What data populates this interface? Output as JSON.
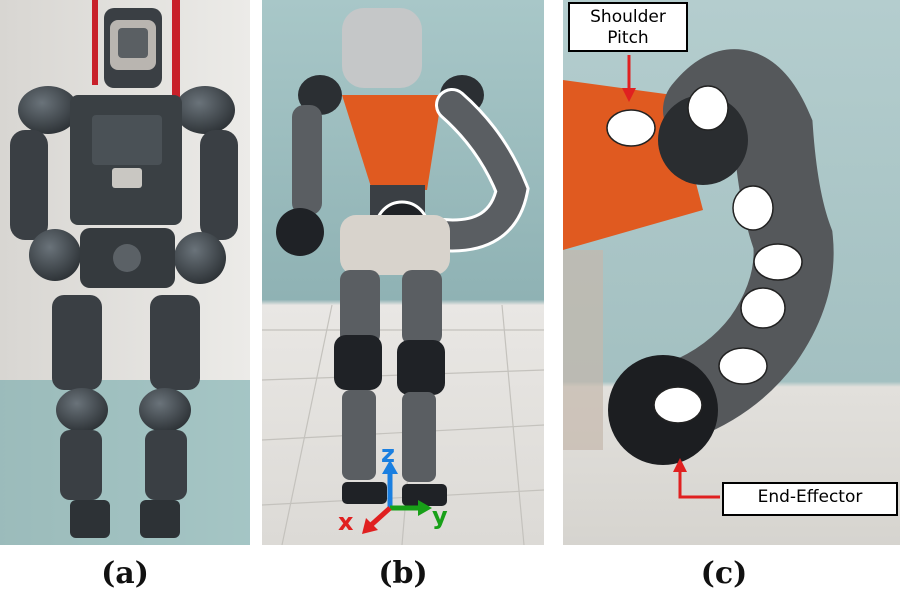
{
  "figure": {
    "panels": [
      {
        "caption": "(a)"
      },
      {
        "caption": "(b)"
      },
      {
        "caption": "(c)"
      }
    ],
    "axes": {
      "z": "z",
      "x": "x",
      "y": "y"
    },
    "callouts": {
      "shoulder_line1": "Shoulder",
      "shoulder_line2": "Pitch",
      "end_effector": "End-Effector"
    },
    "colors": {
      "robot_body": "#3a3f44",
      "torso_orange": "#e05a20",
      "arrow_red": "#e02020",
      "axis_z": "#1a7fe0",
      "axis_y": "#18a018"
    }
  }
}
